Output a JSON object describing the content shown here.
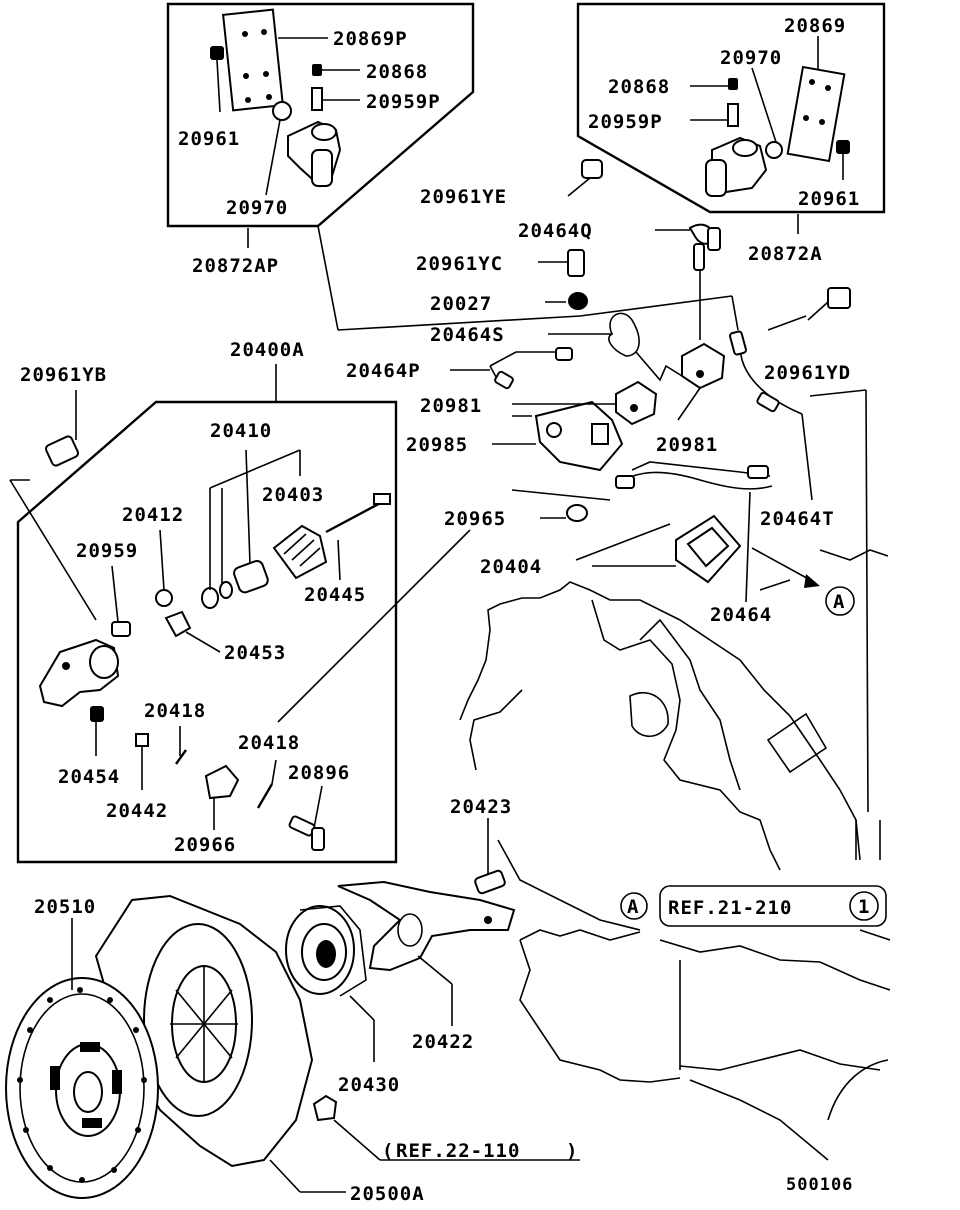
{
  "labels": {
    "p20869P": "20869P",
    "p20868_l": "20868",
    "p20959P_l": "20959P",
    "p20961_l": "20961",
    "p20970_l": "20970",
    "p20872AP": "20872AP",
    "p20869": "20869",
    "p20970_r": "20970",
    "p20868_r": "20868",
    "p20959P_r": "20959P",
    "p20961_r": "20961",
    "p20872A": "20872A",
    "p20961YE": "20961YE",
    "p20464Q": "20464Q",
    "p20961YC": "20961YC",
    "p20027": "20027",
    "p20464S": "20464S",
    "p20400A": "20400A",
    "p20464P": "20464P",
    "p20961YD": "20961YD",
    "p20961YB": "20961YB",
    "p20981_a": "20981",
    "p20985": "20985",
    "p20981_b": "20981",
    "p20410": "20410",
    "p20403": "20403",
    "p20412": "20412",
    "p20959": "20959",
    "p20445": "20445",
    "p20965": "20965",
    "p20464T": "20464T",
    "p20404": "20404",
    "p20464": "20464",
    "p20453": "20453",
    "p20418_a": "20418",
    "p20418_b": "20418",
    "p20454": "20454",
    "p20896": "20896",
    "p20442": "20442",
    "p20966": "20966",
    "p20423": "20423",
    "p20510": "20510",
    "p20422": "20422",
    "p20430": "20430",
    "p20500A": "20500A",
    "ref_2122": "REF.22-110",
    "ref_21": "REF.21-210",
    "ref_21_num": "1",
    "marker_a1": "A",
    "marker_a2": "A",
    "figure_no": "500106"
  }
}
